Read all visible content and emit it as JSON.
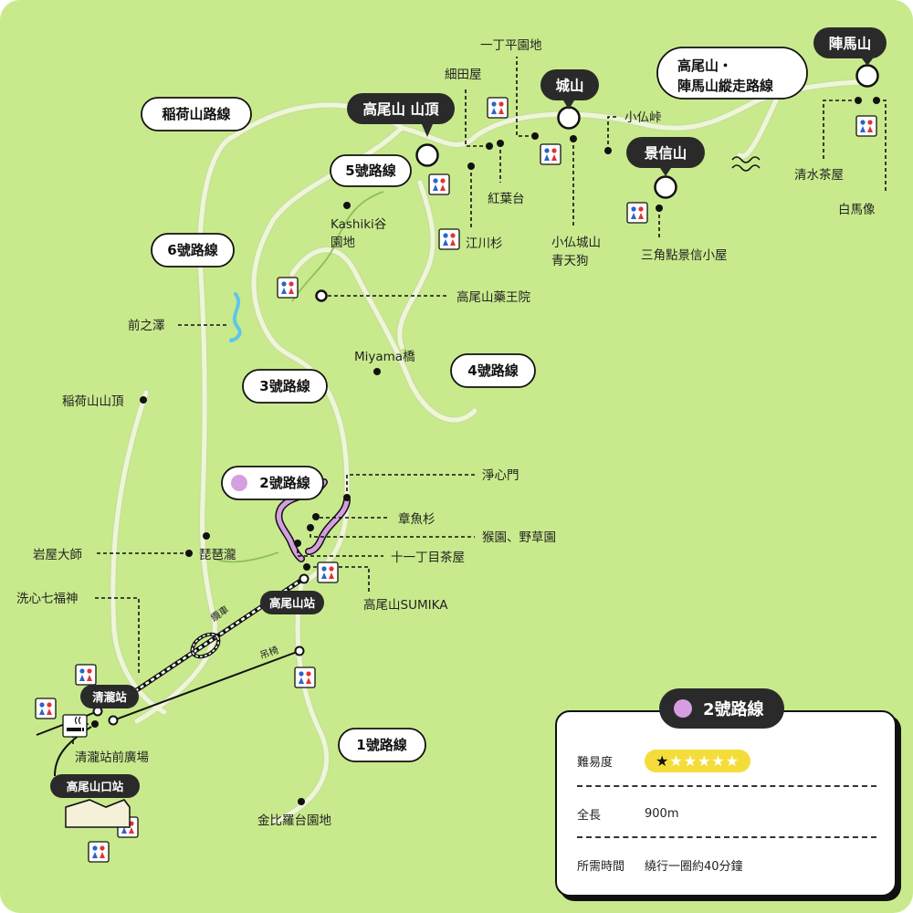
{
  "route_pills": {
    "inari": "稲荷山路線",
    "r5": "5號路線",
    "r6": "6號路線",
    "r3": "3號路線",
    "r4": "4號路線",
    "r2": "2號路線",
    "r1": "1號路線",
    "traverse_line1": "高尾山・",
    "traverse_line2": "陣馬山縱走路線"
  },
  "peaks": {
    "takao_summit": "高尾山 山頂",
    "shiroyama": "城山",
    "kagenobu": "景信山",
    "jinba": "陣馬山"
  },
  "stations": {
    "takao_station": "高尾山站",
    "kiyotaki": "清瀧站",
    "takaosanguchi": "高尾山口站"
  },
  "places": {
    "icchodaira": "一丁平園地",
    "hosodaya": "細田屋",
    "kobotoke_pass": "小仏峠",
    "kouyoudai": "紅葉台",
    "egawasugi": "江川杉",
    "kobotoke_shiroyama_1": "小仏城山",
    "kobotoke_shiroyama_2": "青天狗",
    "sankakuten": "三角點景信小屋",
    "shimizu_chaya": "清水茶屋",
    "hakuba": "白馬像",
    "kashiki_1": "Kashiki谷",
    "kashiki_2": "園地",
    "yakuouin": "高尾山藥王院",
    "maenosawa": "前之澤",
    "miyama": "Miyama橋",
    "inari_summit": "稲荷山山頂",
    "joshinmon": "淨心門",
    "takosugi": "章魚杉",
    "monkey_park": "猴園、野草園",
    "juichome": "十一丁目茶屋",
    "sumika": "高尾山SUMIKA",
    "biwa": "琵琶瀧",
    "iwaya": "岩屋大師",
    "senshin": "洗心七福神",
    "kiyotaki_plaza": "清瀧站前廣場",
    "konpira": "金比羅台園地",
    "cable": "纜車",
    "lift": "吊椅"
  },
  "legend": {
    "title": "2號路線",
    "difficulty_label": "難易度",
    "stars_filled": 1,
    "stars_total": 6,
    "length_label": "全長",
    "length_value": "900m",
    "time_label": "所需時間",
    "time_value": "繞行一圈約40分鐘"
  },
  "colors": {
    "background": "#c8ea8c",
    "trail": "#eef6d8",
    "route2": "#d59ee0",
    "pill_dark": "#2a2a2a",
    "stars": "#f4dd3a"
  }
}
